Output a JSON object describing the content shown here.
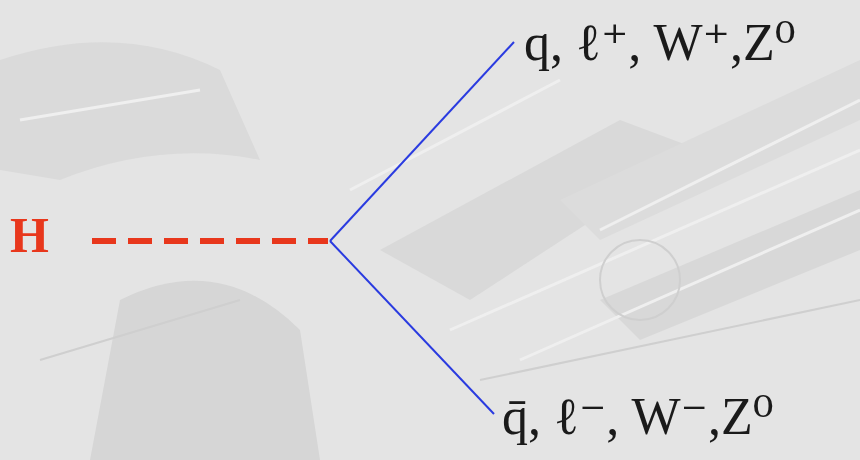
{
  "diagram": {
    "labels": [
      "H",
      "q, ℓ⁺, W⁺,Z⁰",
      "q̄, ℓ⁻, W⁻,Z⁰"
    ]
  }
}
